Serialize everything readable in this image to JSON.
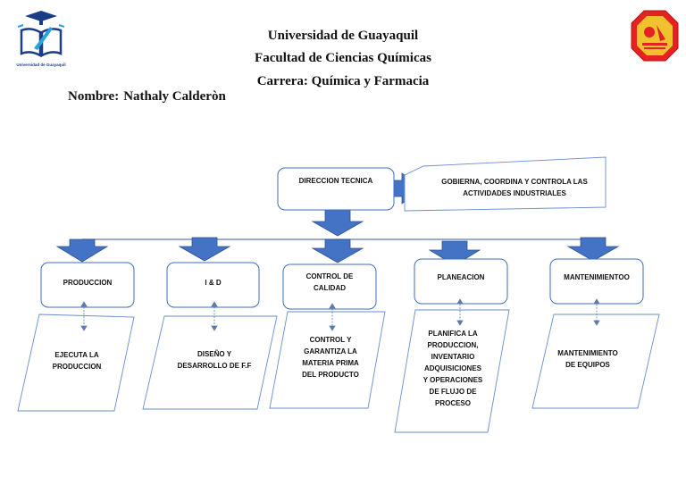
{
  "header": {
    "university": "Universidad de Guayaquil",
    "faculty": "Facultad de Ciencias Químicas",
    "career": "Carrera: Química y Farmacia"
  },
  "student": {
    "label": "Nombre:",
    "name": "Nathaly Calderòn"
  },
  "logos": {
    "left_caption": "Universidad de Guayaquil"
  },
  "diagram": {
    "top": {
      "label": "DIRECCION TECNICA",
      "description": "GOBIERNA, COORDINA Y CONTROLA LAS ACTIVIDADES INDUSTRIALES"
    },
    "departments": [
      {
        "label": "PRODUCCION",
        "description": "EJECUTA LA PRODUCCION"
      },
      {
        "label": "I & D",
        "description": "DISEÑO Y DESARROLLO DE F.F"
      },
      {
        "label": "CONTROL DE CALIDAD",
        "description": "CONTROL Y GARANTIZA LA MATERIA PRIMA DEL PRODUCTO"
      },
      {
        "label": "PLANEACION",
        "description": "PLANIFICA LA PRODUCCION, INVENTARIO ADQUISICIONES Y OPERACIONES DE FLUJO DE PROCESO"
      },
      {
        "label": "MANTENIMIENTOO",
        "description": "MANTENIMIENTO DE EQUIPOS"
      }
    ]
  },
  "colors": {
    "box_border": "#3d6cc0",
    "arrow": "#4472c4",
    "arrow_edge": "#2f528f",
    "line": "#5a7ab0"
  }
}
